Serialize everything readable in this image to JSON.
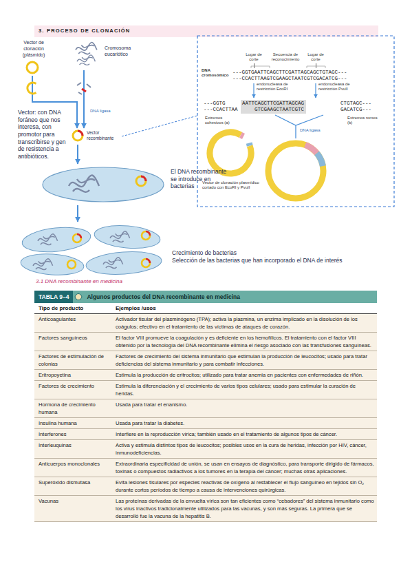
{
  "diagram": {
    "title": "3. PROCESO DE CLONACIÓN",
    "nodes": [
      {
        "text": [
          "Vector de clonación (plásmido)"
        ]
      },
      {
        "text": [
          "Cromosoma eucariótico"
        ]
      },
      {
        "text": [
          "Vector recombinante"
        ]
      },
      {
        "text": [
          "El DNA recombinante se introduce en bacterias"
        ]
      },
      {
        "text": [
          "Crecimiento de bacterias",
          "Selección de las bacterias que han incorporado el DNA de interés"
        ]
      }
    ],
    "edges": [
      {
        "from": 0,
        "to": 2,
        "arrow": "to"
      },
      {
        "from": 1,
        "to": 2,
        "label": "DNA ligasa",
        "arrow": "to"
      },
      {
        "from": 2,
        "to": 3,
        "arrow": "to"
      },
      {
        "from": 3,
        "to": 4,
        "arrow": "to"
      }
    ],
    "labels": [
      "Vector: con DNA foráneo que nos interesa, con promotor para transcribirse y gen de resistencia a antibióticos.",
      "Lugar de corte",
      "Secuencia de reconocimiento",
      "Lugar de corte",
      "DNA cromosómico",
      "---GGTGAATTCAGCTTCGATTAGCAGCTGTAGC---",
      "---CCACTTAAGTCGAAGCTAATCGTCGACATCG---",
      "endonucleasa de restricción EcoRI",
      "endonucleasa de restricción PvuII",
      "---GGTG",
      "---CCACTTAA",
      "AATTCAGCTTCGATTAGCAG",
      "GTCGAAGCTAATCGTC",
      "CTGTAGC---",
      "GACATCG---",
      "Extremos cohesivos (a)",
      "Extremos romos (b)",
      "DNA ligasa",
      "Vector de clonación plasmídico cortado con EcoRI y PvuII",
      "3.1 DNA recombinante en medicina",
      "TABLA 9–4",
      "Algunos productos del DNA recombinante en medicina",
      "Tipo de producto",
      "Ejemplos /usos",
      "Anticoagulantes",
      "Activador tisular del plasminógeno (TPA); activa la plasmina, un enzima implicado en la disolución de los coágulos; efectivo en el tratamiento de las víctimas de ataques de corazón.",
      "Factores sanguíneos",
      "El factor VIII promueve la coagulación y es deficiente en los hemofílicos. El tratamiento con el factor VIII obtenido por la tecnología del DNA recombinante elimina el riesgo asociado con las transfusiones sanguíneas.",
      "Factores de estimulación de colonias",
      "Factores de crecimiento del sistema inmunitario que estimulan la producción de leucocitos; usado para tratar deficiencias del sistema inmunitario y para combatir infecciones.",
      "Eritropoyetina",
      "Estimula la producción de eritrocitos; utilizado para tratar anemia en pacientes con enfermedades de riñón.",
      "Factores de crecimiento",
      "Estimula la diferenciación y el crecimiento de varios tipos celulares; usado para estimular la curación de heridas.",
      "Hormona de crecimiento humana",
      "Usada para tratar el enanismo.",
      "Insulina humana",
      "Usada para tratar la diabetes.",
      "Interferones",
      "Interfiere en la reproducción vírica; también usado en el tratamiento de algunos tipos de cáncer.",
      "Interleuquinas",
      "Activa y estimula distintos tipos de leucocitos; posibles usos en la cura de heridas, infección por HIV, cáncer, inmunodeficiencias.",
      "Anticuerpos monoclonales",
      "Extraordinaria especificidad de unión, se usan en ensayos de diagnóstico, para transporte dirigido de fármacos, toxinas o compuestos radiactivos a los tumores en la terapia del cáncer; muchas otras aplicaciones.",
      "Superóxido dismutasa",
      "Evita lesiones tisulares por especies reactivas de oxígeno al restablecer el flujo sanguíneo en tejidos sin O₂ durante cortos períodos de tiempo a causa de intervenciones quirúrgicas.",
      "Vacunas",
      "Las proteínas derivadas de la envuelta vírica son tan eficientes como “cebadores” del sistema inmunitario como los virus inactivos tradicionalmente utilizados para las vacunas, y son más seguras. La primera que se desarrolló fue la vacuna de la hepatitis B."
    ]
  }
}
